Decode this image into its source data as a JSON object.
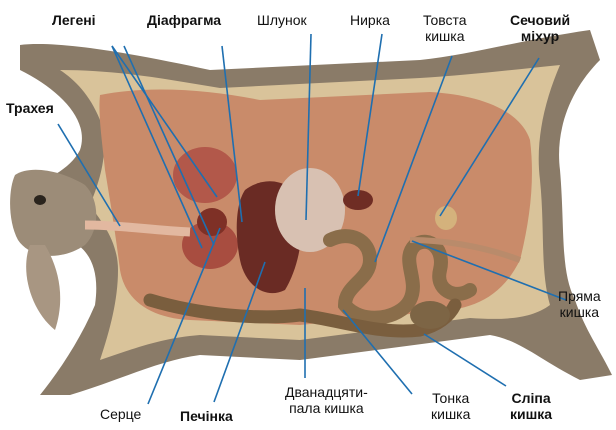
{
  "labels": {
    "lungs": "Легені",
    "diaphragm": "Діафрагма",
    "stomach": "Шлунок",
    "kidney": "Нирка",
    "large_intestine": [
      "Товста",
      "кишка"
    ],
    "bladder": [
      "Сечовий",
      "міхур"
    ],
    "trachea": "Трахея",
    "rectum": [
      "Пряма",
      "кишка"
    ],
    "heart": "Серце",
    "liver": "Печінка",
    "duodenum": [
      "Дванадцяти-",
      "пала кишка"
    ],
    "small_intestine": [
      "Тонка",
      "кишка"
    ],
    "caecum": [
      "Сліпа",
      "кишка"
    ]
  },
  "colors": {
    "pointer": "#1f6fb0",
    "skin": "#d9c39a",
    "fur": "#8a7b68",
    "muscle": "#c98b6a",
    "organ_dark": "#6a2b24",
    "intestine": "#8a6d4a"
  }
}
